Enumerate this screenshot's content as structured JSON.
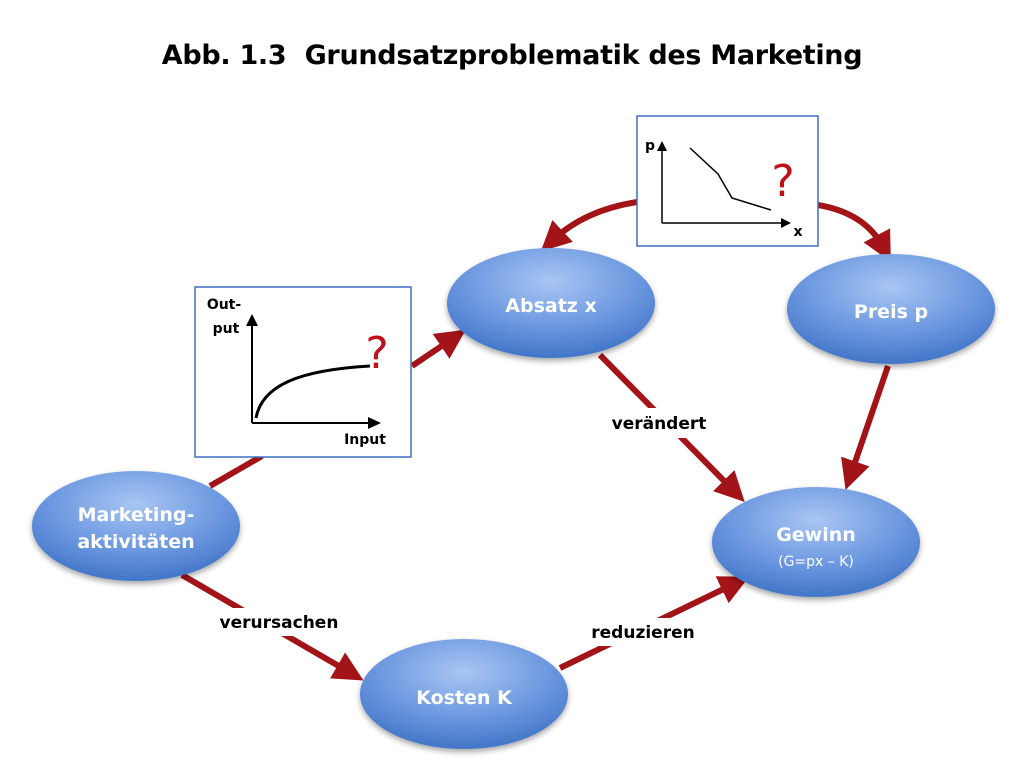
{
  "title": "Abb. 1.3  Grundsatzproblematik des Marketing",
  "nodes": {
    "marketing": {
      "label_line1": "Marketing-",
      "label_line2": "aktivitäten"
    },
    "absatz": {
      "label": "Absatz x"
    },
    "preis": {
      "label": "Preis p"
    },
    "gewinn": {
      "label": "Gewinn",
      "sublabel": "(G=px – K)"
    },
    "kosten": {
      "label": "Kosten K"
    }
  },
  "edges": {
    "veraendert": "verändert",
    "verursachen": "verursachen",
    "reduzieren": "reduzieren"
  },
  "response_curve": {
    "y_label_line1": "Out-",
    "y_label_line2": "put",
    "x_label": "Input",
    "question_mark": "?"
  },
  "demand_curve": {
    "y_label": "p",
    "x_label": "x",
    "question_mark": "?"
  },
  "colors": {
    "arrow": "#a31419",
    "node_fill_top": "#8fb4ee",
    "node_fill_bottom": "#3f74c6",
    "question_mark": "#c0101a"
  }
}
